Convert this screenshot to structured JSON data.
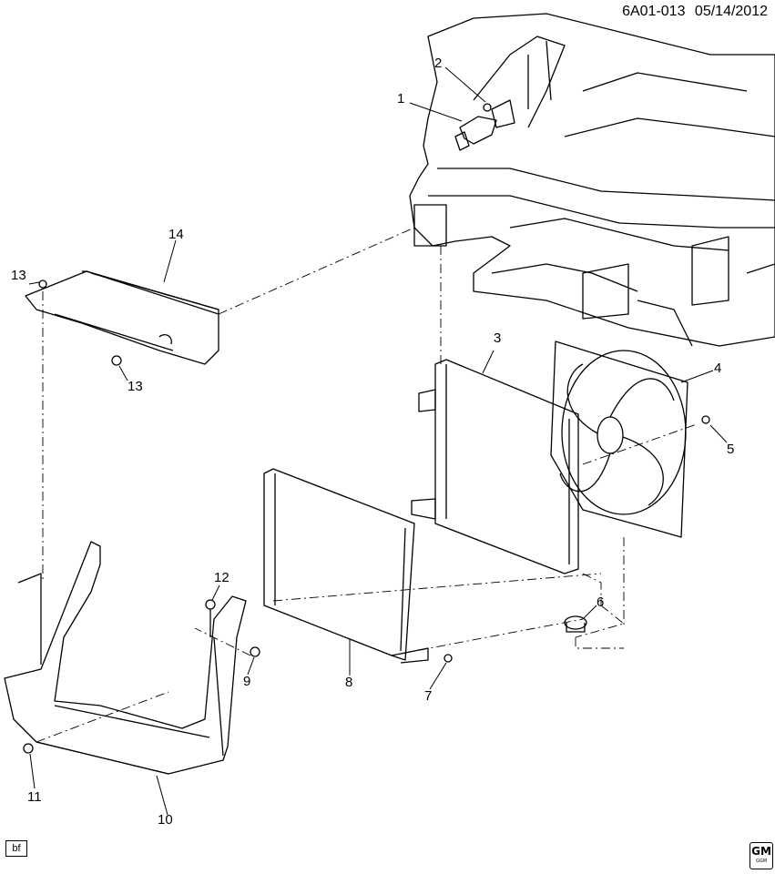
{
  "header": {
    "code": "6A01-013",
    "date": "05/14/2012"
  },
  "callouts": [
    {
      "id": "c1",
      "label": "1"
    },
    {
      "id": "c2",
      "label": "2"
    },
    {
      "id": "c3",
      "label": "3"
    },
    {
      "id": "c4",
      "label": "4"
    },
    {
      "id": "c5",
      "label": "5"
    },
    {
      "id": "c6",
      "label": "6"
    },
    {
      "id": "c7",
      "label": "7"
    },
    {
      "id": "c8",
      "label": "8"
    },
    {
      "id": "c9",
      "label": "9"
    },
    {
      "id": "c10",
      "label": "10"
    },
    {
      "id": "c11",
      "label": "11"
    },
    {
      "id": "c12",
      "label": "12"
    },
    {
      "id": "c13a",
      "label": "13"
    },
    {
      "id": "c13b",
      "label": "13"
    },
    {
      "id": "c14",
      "label": "14"
    }
  ],
  "footer": {
    "badge": "bf",
    "logo": "GM",
    "logo_sub": "GGM"
  },
  "colors": {
    "line": "#000000",
    "background": "#ffffff"
  }
}
